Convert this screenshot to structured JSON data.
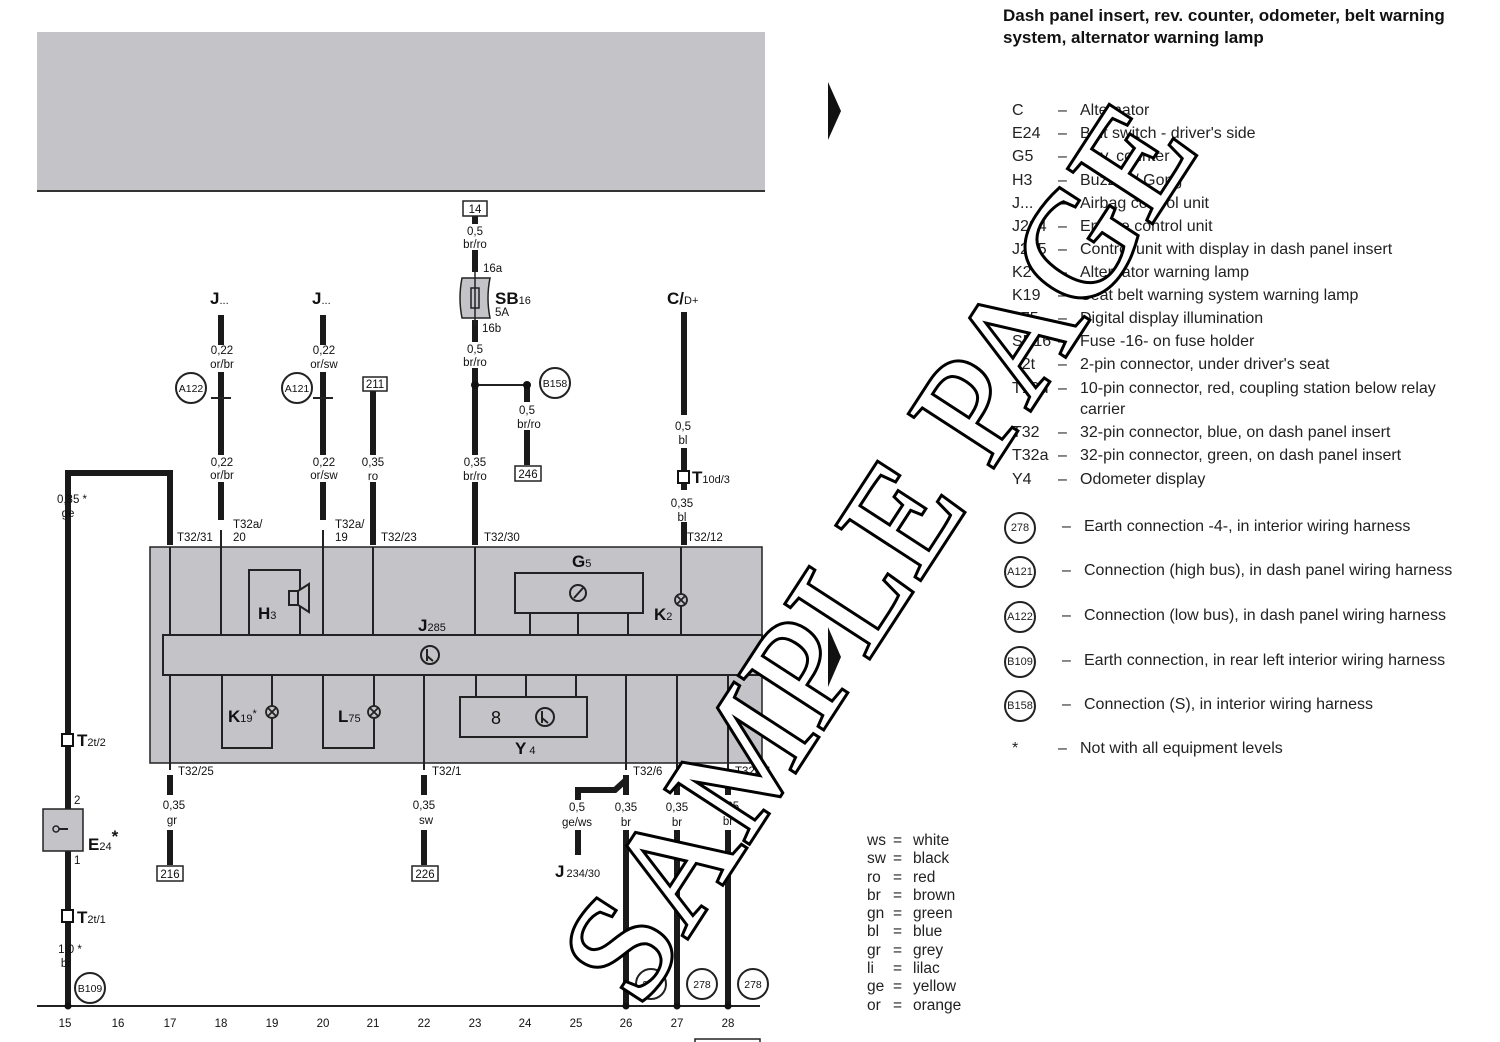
{
  "title": "Dash panel insert, rev. counter, odometer, belt warning system, alternator warning lamp",
  "legend": [
    {
      "code": "C",
      "desc": "Alternator"
    },
    {
      "code": "E24",
      "desc": "Belt switch - driver's side"
    },
    {
      "code": "G5",
      "desc": "Rev. counter"
    },
    {
      "code": "H3",
      "desc": "Buzzer / Gong"
    },
    {
      "code": "J...",
      "desc": "Airbag control unit"
    },
    {
      "code": "J234",
      "desc": "Engine control unit"
    },
    {
      "code": "J285",
      "desc": "Control unit with display in dash panel insert"
    },
    {
      "code": "K2",
      "desc": "Alternator warning lamp"
    },
    {
      "code": "K19",
      "desc": "Seat belt warning system warning lamp"
    },
    {
      "code": "L75",
      "desc": "Digital display illumination"
    },
    {
      "code": "SB16",
      "desc": "Fuse -16- on fuse holder"
    },
    {
      "code": "T2t",
      "desc": "2-pin connector, under driver's seat"
    },
    {
      "code": "T10d",
      "desc": "10-pin connector, red, coupling station below relay carrier"
    },
    {
      "code": "T32",
      "desc": "32-pin connector, blue, on dash panel insert"
    },
    {
      "code": "T32a",
      "desc": "32-pin connector, green, on dash panel insert"
    },
    {
      "code": "Y4",
      "desc": "Odometer display"
    }
  ],
  "connections": [
    {
      "code": "278",
      "desc": "Earth connection -4-, in interior wiring harness"
    },
    {
      "code": "A121",
      "desc": "Connection (high bus), in dash panel wiring harness"
    },
    {
      "code": "A122",
      "desc": "Connection (low bus), in dash panel wiring harness"
    },
    {
      "code": "B109",
      "desc": "Earth connection, in rear left interior wiring harness"
    },
    {
      "code": "B158",
      "desc": "Connection (S), in interior wiring harness"
    },
    {
      "code": "*",
      "desc": "Not with all equipment levels"
    }
  ],
  "wire_colors": [
    {
      "abbr": "ws",
      "name": "white"
    },
    {
      "abbr": "sw",
      "name": "black"
    },
    {
      "abbr": "ro",
      "name": "red"
    },
    {
      "abbr": "br",
      "name": "brown"
    },
    {
      "abbr": "gn",
      "name": "green"
    },
    {
      "abbr": "bl",
      "name": "blue"
    },
    {
      "abbr": "gr",
      "name": "grey"
    },
    {
      "abbr": "li",
      "name": "lilac"
    },
    {
      "abbr": "ge",
      "name": "yellow"
    },
    {
      "abbr": "or",
      "name": "orange"
    }
  ],
  "columns": [
    "15",
    "16",
    "17",
    "18",
    "19",
    "20",
    "21",
    "22",
    "23",
    "24",
    "25",
    "26",
    "27",
    "28"
  ],
  "diagram": {
    "j_dots": "J",
    "j_dots_sub": "...",
    "c_label": "C/",
    "c_sub": "D+",
    "sb": "SB",
    "sb_sub": "16",
    "fuse_rating": "5A",
    "pin_16a": "16a",
    "pin_16b": "16b",
    "ref_14": "14",
    "ref_211": "211",
    "ref_246": "246",
    "ref_216": "216",
    "ref_226": "226",
    "c_a122": "A122",
    "c_a121": "A121",
    "c_b158": "B158",
    "c_b109": "B109",
    "c_278": "278",
    "w_022": "0,22",
    "or_br": "or/br",
    "or_sw": "or/sw",
    "w_035": "0,35",
    "w_05": "0,5",
    "w_10": "1,0 *",
    "w_035s": "0,35 *",
    "ro": "ro",
    "br_ro": "br/ro",
    "bl": "bl",
    "ge": "ge",
    "br": "br",
    "gr": "gr",
    "sw": "sw",
    "ge_ws": "ge/ws",
    "t32_31": "T32/31",
    "t32a": "T32a/",
    "p20": "20",
    "p19": "19",
    "t32_23": "T32/23",
    "t32_30": "T32/30",
    "t32_12": "T32/12",
    "t32_25": "T32/25",
    "t32_1": "T32/1",
    "t32_6": "T32/6",
    "t32_9": "T32/9",
    "t32_24": "T32/24",
    "t": "T",
    "t10d3": "10d/3",
    "t2t2": "2t/2",
    "t2t1": "2t/1",
    "pin2": "2",
    "pin1": "1",
    "e": "E",
    "e_sub": "24",
    "star": "*",
    "g": "G",
    "g_sub": "5",
    "h": "H",
    "h_sub": "3",
    "j": "J",
    "j_sub": "285",
    "k2": "K",
    "k2_sub": "2",
    "k19": "K",
    "k19_sub": "19",
    "l": "L",
    "l_sub": "75",
    "y": "Y",
    "y_sub": "4",
    "digit": "8",
    "j234": "J",
    "j234_sub": "234/30"
  },
  "watermark": "SAMPLE PAGE"
}
